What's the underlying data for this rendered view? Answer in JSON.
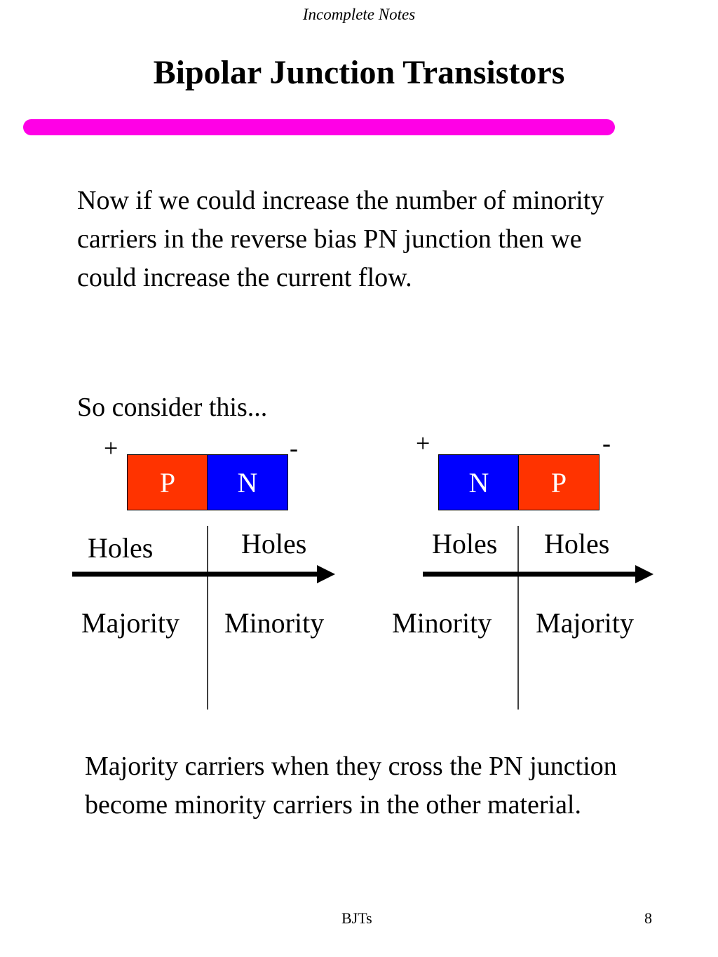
{
  "header_note": "Incomplete Notes",
  "title": "Bipolar Junction Transistors",
  "colors": {
    "rule": "#ff00e6",
    "p_region": "#ff3300",
    "n_region": "#0000ff",
    "arrow": "#000000"
  },
  "body": {
    "paragraph_1": "Now if we could increase the number of minority carriers in the reverse bias PN junction then we could increase the current flow.",
    "paragraph_2": "So consider this...",
    "paragraph_3": "Majority carriers when they cross the PN junction become minority carriers in the other material."
  },
  "diagram_left": {
    "plus": "+",
    "minus": "-",
    "box_1": "P",
    "box_2": "N",
    "top_left": "Holes",
    "top_right": "Holes",
    "bottom_left": "Majority",
    "bottom_right": "Minority"
  },
  "diagram_right": {
    "plus": "+",
    "minus": "-",
    "box_1": "N",
    "box_2": "P",
    "top_left": "Holes",
    "top_right": "Holes",
    "bottom_left": "Minority",
    "bottom_right": "Majority"
  },
  "footer": {
    "label": "BJTs",
    "page": "8"
  }
}
